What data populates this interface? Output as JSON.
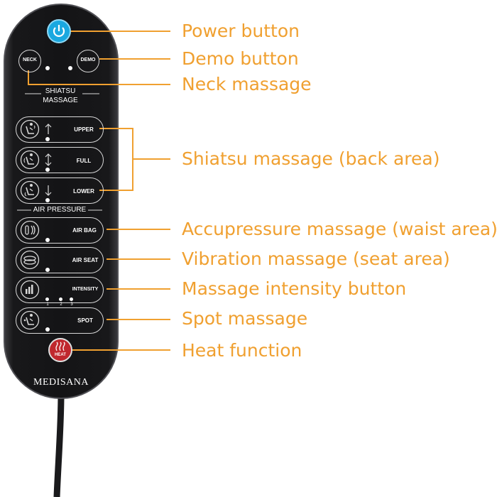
{
  "remote": {
    "brand": "Medisana",
    "neck_label": "NECK",
    "demo_label": "DEMO",
    "section_shiatsu_line1": "SHIATSU",
    "section_shiatsu_line2": "MASSAGE",
    "upper_label": "UPPER",
    "full_label": "FULL",
    "lower_label": "LOWER",
    "section_air": "AIR PRESSURE",
    "airbag_label": "AIR BAG",
    "airseat_label": "AIR SEAT",
    "intensity_label": "INTENSITY",
    "intensity_levels": [
      "1",
      "2",
      "3"
    ],
    "spot_label": "SPOT",
    "heat_label": "HEAT"
  },
  "callouts": [
    "Power button",
    "Demo button",
    "Neck massage",
    "Shiatsu massage (back area)",
    "Accupressure massage (waist area)",
    "Vibration massage (seat area)",
    "Massage intensity button",
    "Spot massage",
    "Heat function"
  ],
  "colors": {
    "callout": "#f0a030",
    "power": "#1aa8e0",
    "heat": "#c0282e",
    "body": "#141416"
  },
  "icons": {
    "power": "power-icon",
    "heat": "heat-icon",
    "upper": "massage-chair-icon",
    "full": "massage-chair-icon",
    "lower": "massage-chair-icon",
    "airbag": "airbag-icon",
    "airseat": "airseat-icon",
    "intensity": "intensity-bars-icon",
    "spot": "massage-chair-icon"
  }
}
